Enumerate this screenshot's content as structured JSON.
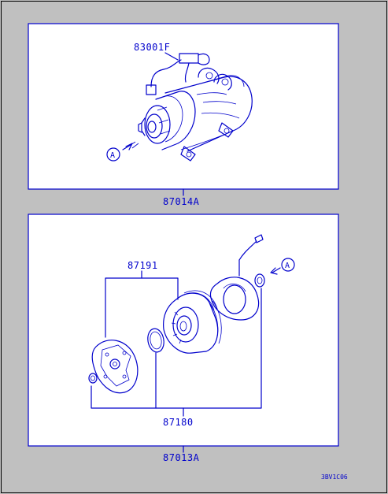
{
  "labels": {
    "compressor_part": "83001F",
    "compressor_assembly": "87014A",
    "pulley_part": "87191",
    "clutch_parts": "87180",
    "clutch_assembly": "87013A",
    "ref_marker_top": "A",
    "ref_marker_bottom": "A",
    "drawing_code": "3BV1C06"
  },
  "colors": {
    "background": "#c0c0c0",
    "line": "#0000cc",
    "panel": "#ffffff"
  }
}
